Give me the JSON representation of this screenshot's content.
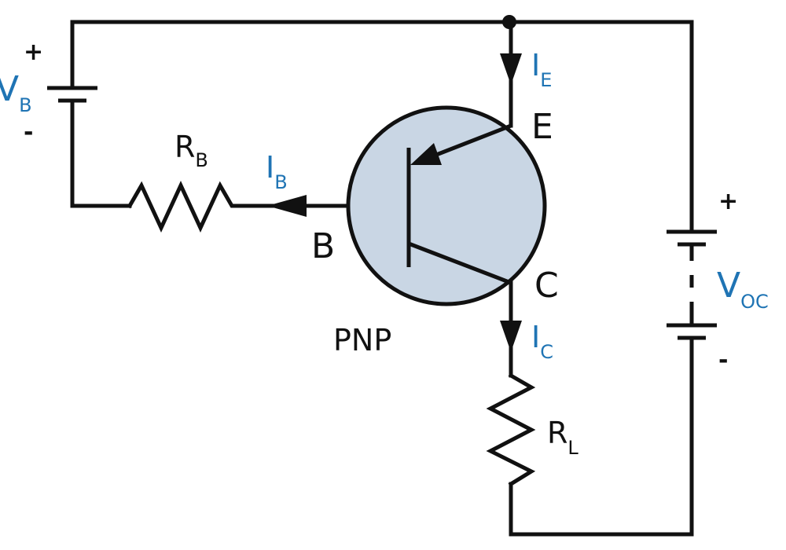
{
  "transistor": {
    "type_label": "PNP",
    "emitter_label": "E",
    "base_label": "B",
    "collector_label": "C",
    "body_color": "#c9d6e4"
  },
  "source_vb": {
    "symbol": "V",
    "subscript": "B",
    "plus": "+",
    "minus": "-"
  },
  "source_voc": {
    "symbol": "V",
    "subscript": "OC",
    "plus": "+",
    "minus": "-"
  },
  "resistor_rb": {
    "symbol": "R",
    "subscript": "B"
  },
  "resistor_rl": {
    "symbol": "R",
    "subscript": "L"
  },
  "currents": {
    "ie": {
      "symbol": "I",
      "subscript": "E"
    },
    "ib": {
      "symbol": "I",
      "subscript": "B"
    },
    "ic": {
      "symbol": "I",
      "subscript": "C"
    }
  },
  "colors": {
    "wire": "#111111",
    "label_accent": "#1f74b4"
  }
}
